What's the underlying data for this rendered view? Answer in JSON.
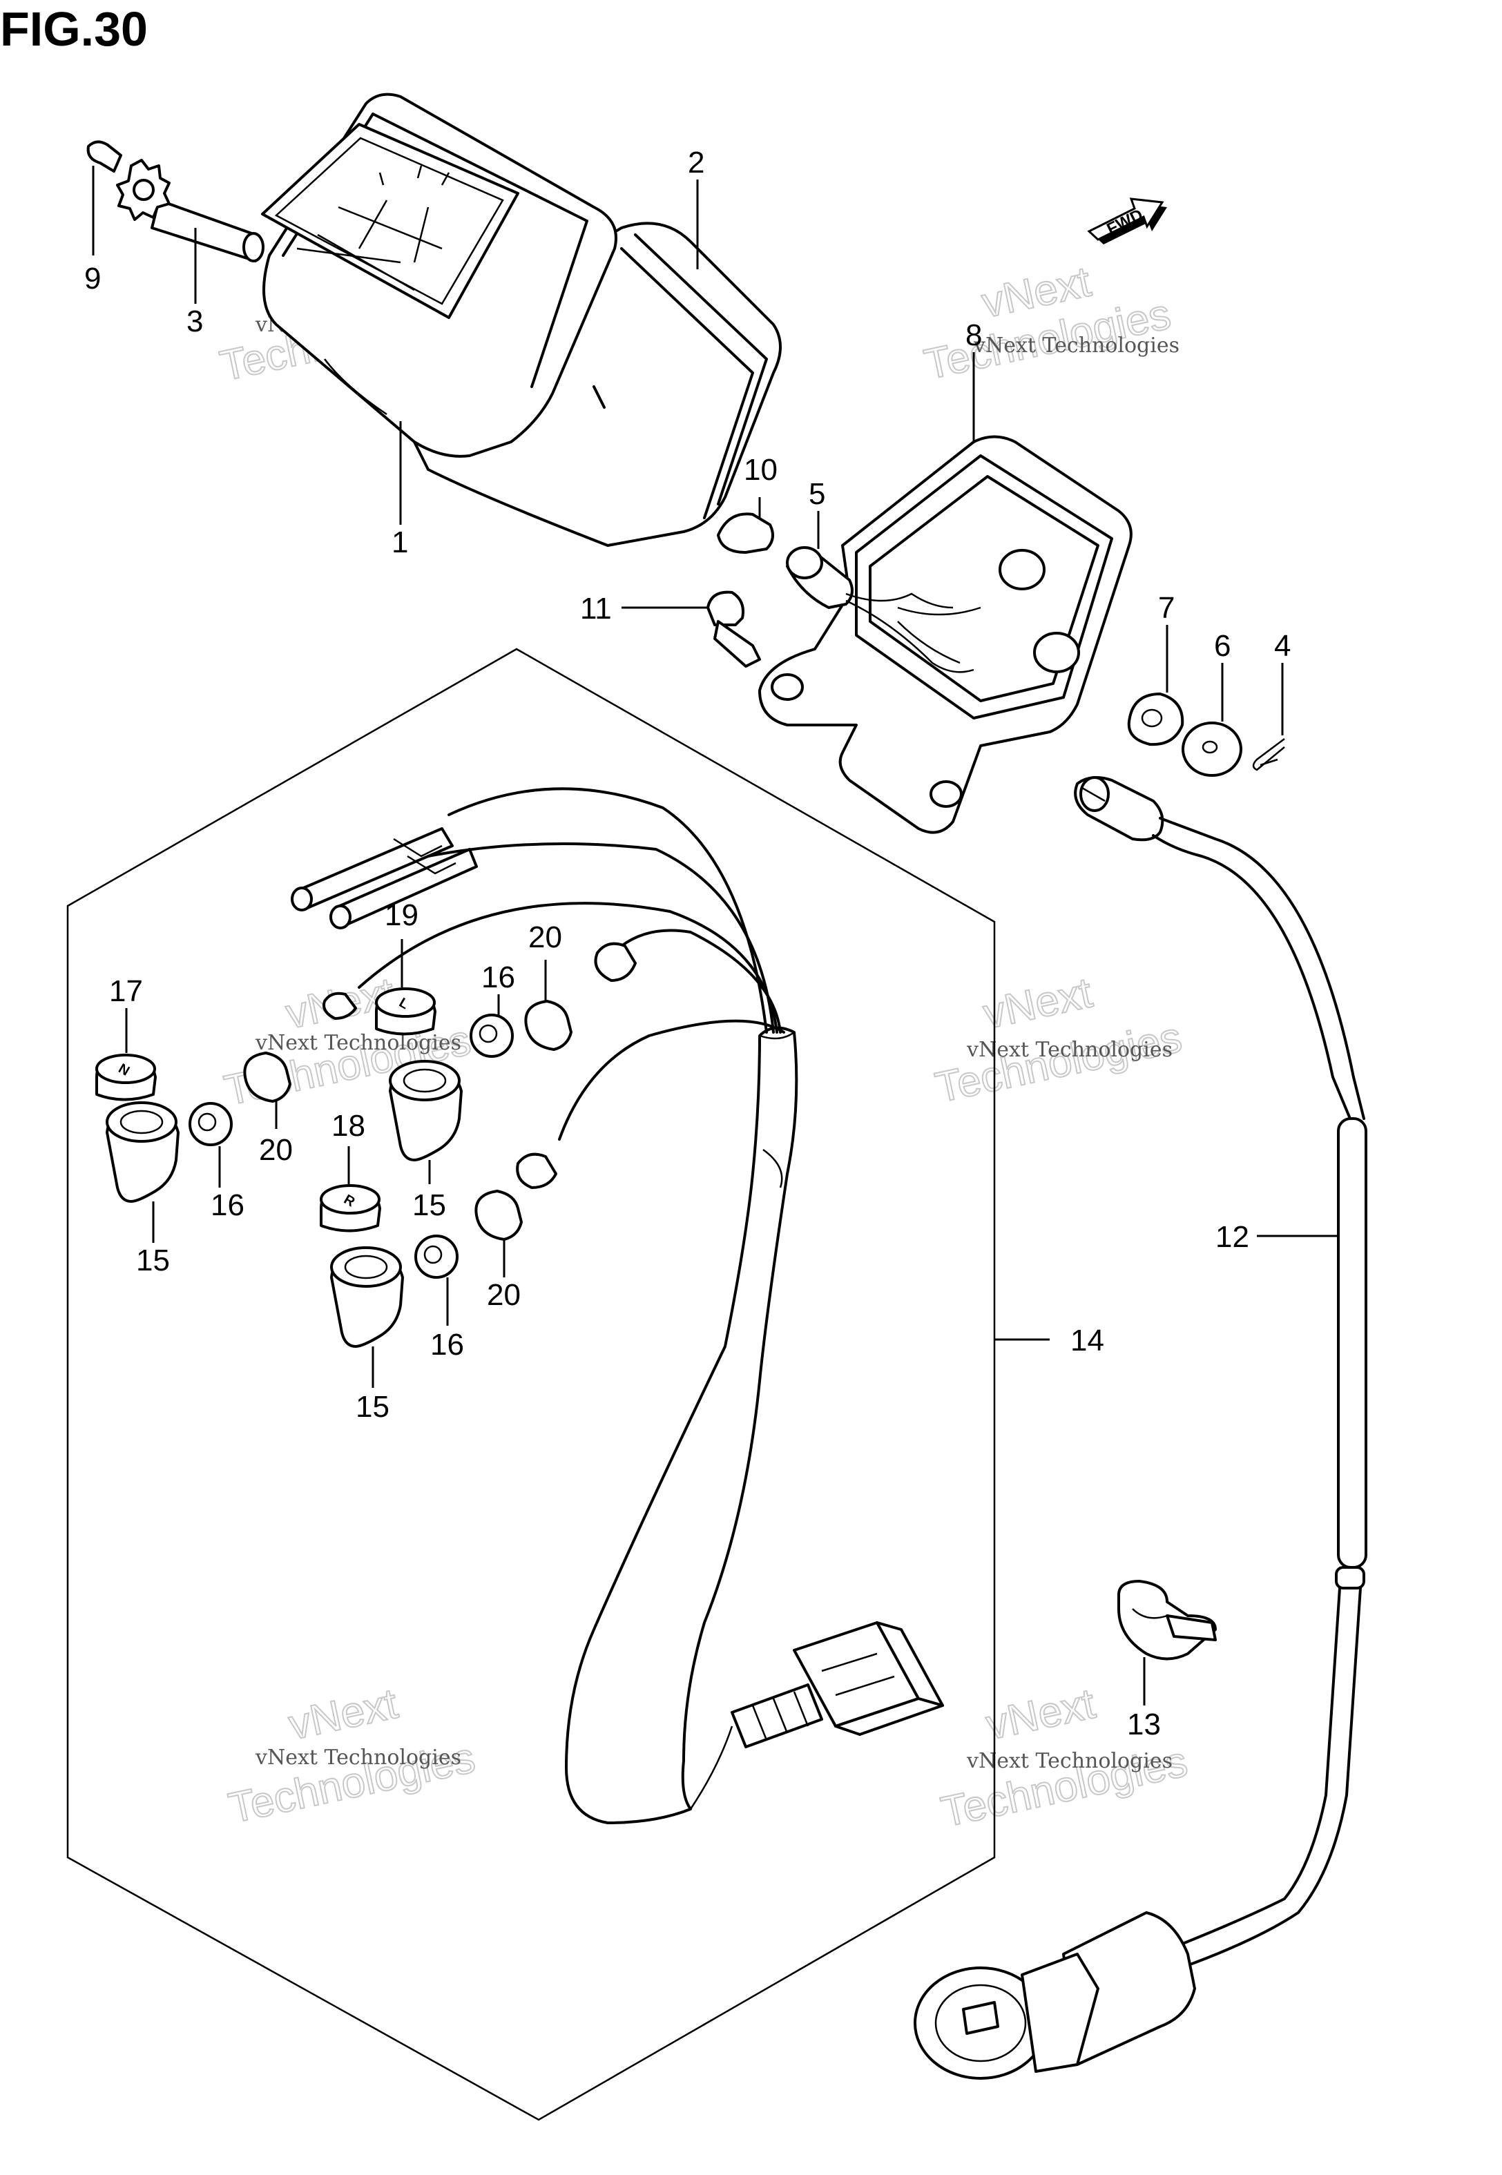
{
  "figure": {
    "title": "FIG.30",
    "fwd_label": "FWD",
    "watermark_line1": "vNext Technologies",
    "watermark_line2": "vNext",
    "watermark_line3": "Technologies"
  },
  "callouts": {
    "c1": "1",
    "c2": "2",
    "c3": "3",
    "c4": "4",
    "c5": "5",
    "c6": "6",
    "c7": "7",
    "c8": "8",
    "c9": "9",
    "c10": "10",
    "c11": "11",
    "c12": "12",
    "c13": "13",
    "c14": "14",
    "c15a": "15",
    "c15b": "15",
    "c15c": "15",
    "c16a": "16",
    "c16b": "16",
    "c16c": "16",
    "c17": "17",
    "c18": "18",
    "c19": "19",
    "c20a": "20",
    "c20b": "20",
    "c20c": "20"
  },
  "indicator_letters": {
    "neutral": "N",
    "reverse": "R",
    "low": "L"
  }
}
